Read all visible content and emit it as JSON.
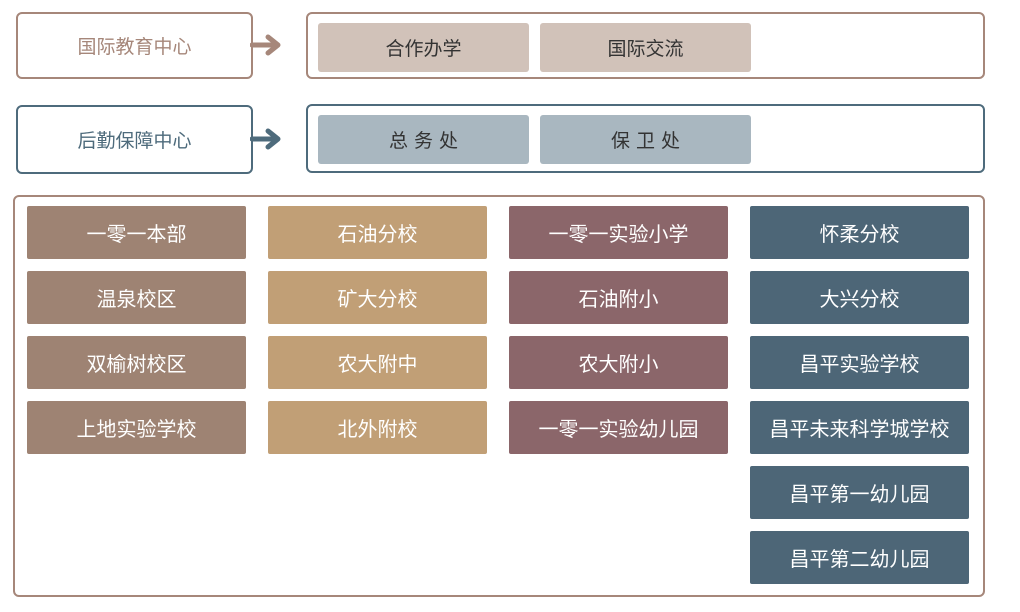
{
  "rows": [
    {
      "title": "国际教育中心",
      "color": "#a6877a",
      "chip_color": "#d1c2b9",
      "items": [
        "合作办学",
        "国际交流"
      ]
    },
    {
      "title": "后勤保障中心",
      "color": "#4e6b7c",
      "chip_color": "#a9b7c0",
      "items": [
        "总 务 处",
        "保 卫 处"
      ]
    }
  ],
  "campus_panel": {
    "border_color": "#a6877a",
    "columns": [
      {
        "color": "#9e8373",
        "items": [
          "一零一本部",
          "温泉校区",
          "双榆树校区",
          "上地实验学校"
        ]
      },
      {
        "color": "#c19f76",
        "items": [
          "石油分校",
          "矿大分校",
          "农大附中",
          "北外附校"
        ]
      },
      {
        "color": "#8b666a",
        "items": [
          "一零一实验小学",
          "石油附小",
          "农大附小",
          "一零一实验幼儿园"
        ]
      },
      {
        "color": "#4d6677",
        "items": [
          "怀柔分校",
          "大兴分校",
          "昌平实验学校",
          "昌平未来科学城学校",
          "昌平第一幼儿园",
          "昌平第二幼儿园"
        ]
      }
    ]
  }
}
